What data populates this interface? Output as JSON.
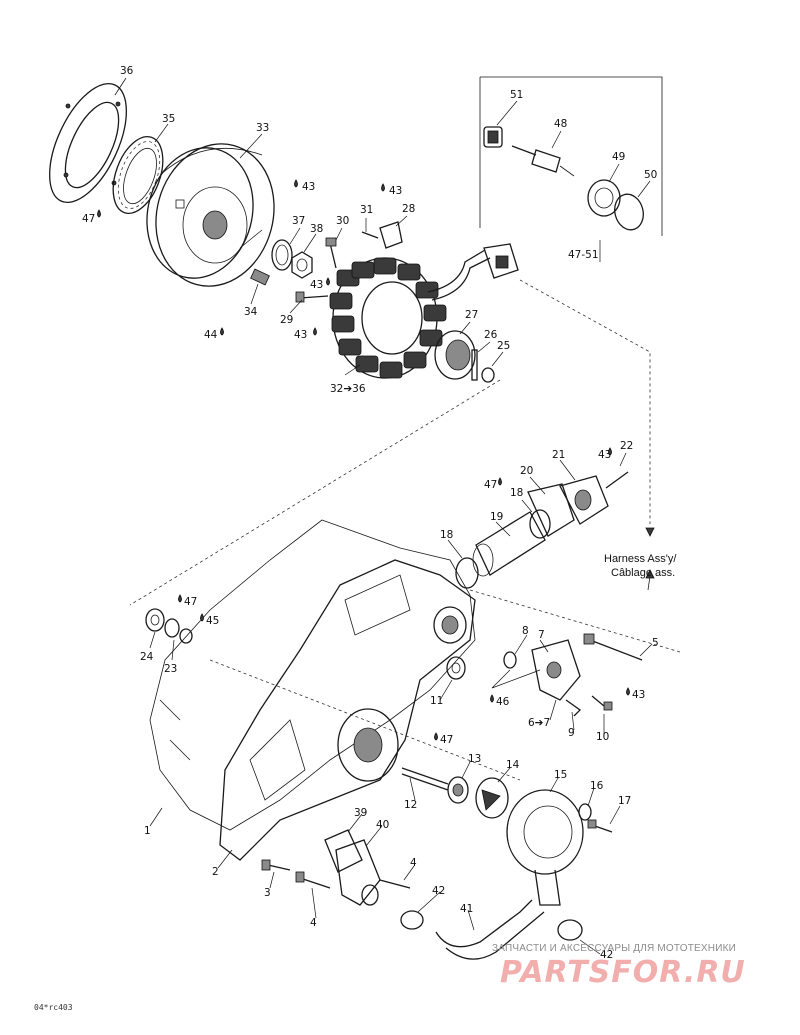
{
  "diagram": {
    "labels": {
      "l1": "1",
      "l2": "2",
      "l3": "3",
      "l4a": "4",
      "l4b": "4",
      "l5": "5",
      "l6": "6➔7",
      "l8": "8",
      "l7": "7",
      "l9": "9",
      "l10": "10",
      "l11": "11",
      "l12": "12",
      "l13": "13",
      "l14": "14",
      "l15": "15",
      "l16": "16",
      "l17": "17",
      "l18a": "18",
      "l18b": "18",
      "l19": "19",
      "l20": "20",
      "l21": "21",
      "l22": "22",
      "l23": "23",
      "l24": "24",
      "l25": "25",
      "l26": "26",
      "l27": "27",
      "l28": "28",
      "l29": "29",
      "l30": "30",
      "l31": "31",
      "l32": "32➔36",
      "l33": "33",
      "l34": "34",
      "l35": "35",
      "l36": "36",
      "l37": "37",
      "l38": "38",
      "l39": "39",
      "l40": "40",
      "l41": "41",
      "l42a": "42",
      "l42b": "42",
      "l43a": "43",
      "l43b": "43",
      "l43c": "43",
      "l43d": "43",
      "l43e": "43",
      "l43f": "43",
      "l44": "44",
      "l45": "45",
      "l46": "46",
      "l47a": "47",
      "l47b": "47",
      "l47c": "47",
      "l47d": "47",
      "l48": "48",
      "l49": "49",
      "l50": "50",
      "l51": "51",
      "l4751": "47-51"
    },
    "harness_line1": "Harness Ass'y/",
    "harness_line2": "Câblage ass.",
    "drawing_code": "04*rc403"
  },
  "watermark": {
    "small_text": "ЗАПЧАСТИ И АКСЕССУАРЫ ДЛЯ МОТОТЕХНИКИ",
    "big_text": "PARTSFOR.RU"
  },
  "colors": {
    "ink": "#1a1a1a",
    "watermark": "#e86b6b"
  }
}
